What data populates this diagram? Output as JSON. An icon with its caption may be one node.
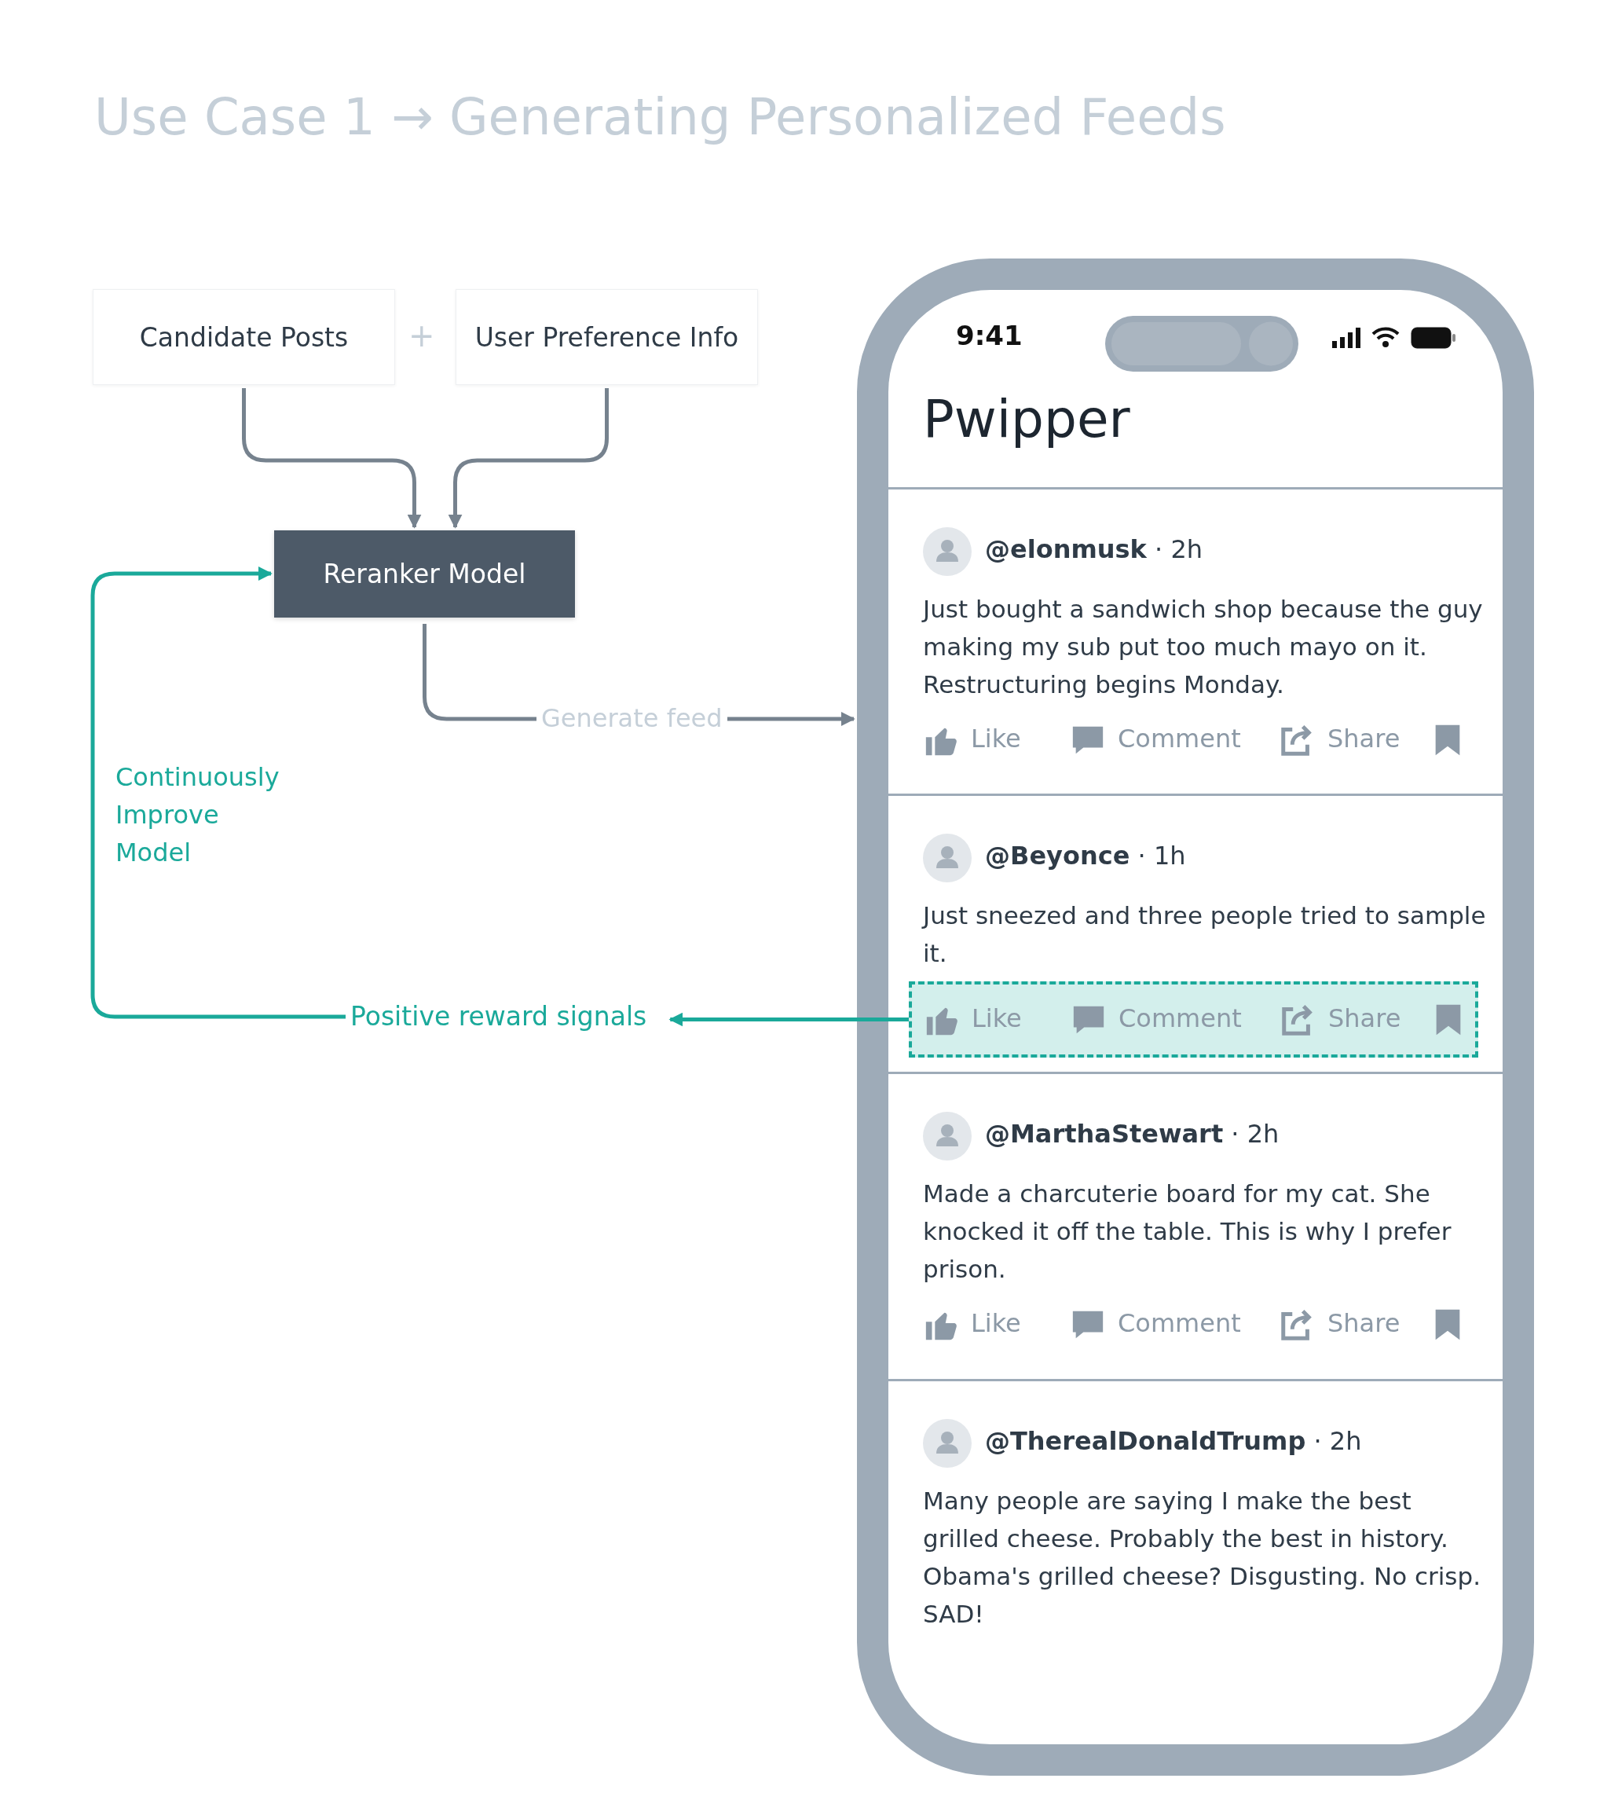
{
  "diagram": {
    "title": "Use Case 1 → Generating Personalized Feeds",
    "nodes": [
      {
        "text": [
          "Candidate Posts"
        ]
      },
      {
        "text": [
          "User Preference Info"
        ]
      },
      {
        "text": [
          "Reranker Model"
        ]
      },
      {
        "text": [
          "9:41",
          "Pwipper"
        ]
      },
      {
        "text": [
          "**@elonmusk** · 2h",
          "Just bought a sandwich shop because the guy making my sub put too much mayo on it. Restructuring begins Monday.",
          "Like",
          "Comment",
          "Share"
        ],
        "in": 3
      },
      {
        "text": [
          "**@Beyonce** · 1h",
          "Just sneezed and three people tried to sample it."
        ],
        "in": 3
      },
      {
        "text": [
          "Like",
          "Comment",
          "Share"
        ],
        "in": 5
      },
      {
        "text": [
          "**@MarthaStewart** · 2h",
          "Made a charcuterie board for my cat. She knocked it off the table. This is why I prefer prison.",
          "Like",
          "Comment",
          "Share"
        ],
        "in": 3
      },
      {
        "text": [
          "**@TherealDonaldTrump** · 2h",
          "Many people are saying I make the best grilled cheese. Probably the best in history. Obama's grilled cheese? Disgusting. No crisp. SAD!"
        ],
        "in": 3
      },
      {
        "text": [
          "Positive reward signals"
        ]
      }
    ],
    "edges": [
      {
        "from": 0,
        "to": 2,
        "arrow": "to"
      },
      {
        "from": 1,
        "to": 2,
        "arrow": "to"
      },
      {
        "from": 2,
        "to": 3,
        "arrow": "to",
        "label": "Generate feed"
      },
      {
        "from": 6,
        "to": 9,
        "arrow": "to",
        "color": "#1aa99a"
      },
      {
        "from": 9,
        "to": 2,
        "arrow": "to",
        "color": "#1aa99a",
        "label": "Continuously Improve Model"
      }
    ],
    "labels": [
      "+"
    ]
  }
}
